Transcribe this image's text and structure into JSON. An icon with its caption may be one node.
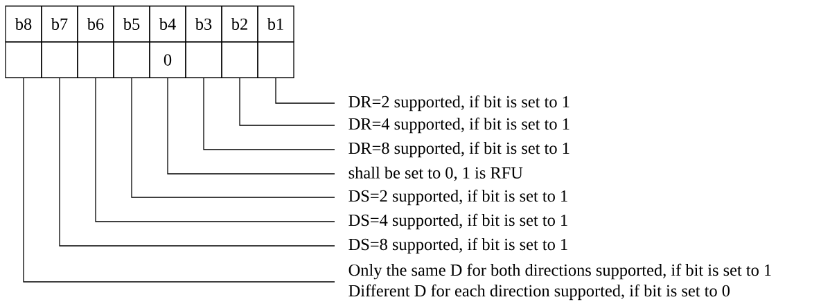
{
  "diagram": {
    "nodes": [
      {
        "text": [
          "b8"
        ]
      },
      {
        "text": [
          "b7"
        ]
      },
      {
        "text": [
          "b6"
        ]
      },
      {
        "text": [
          "b5"
        ]
      },
      {
        "text": [
          "b4"
        ]
      },
      {
        "text": [
          "b3"
        ]
      },
      {
        "text": [
          "b2"
        ]
      },
      {
        "text": [
          "b1"
        ]
      },
      {
        "text": [],
        "shape": "box"
      },
      {
        "text": [],
        "shape": "box"
      },
      {
        "text": [],
        "shape": "box"
      },
      {
        "text": [],
        "shape": "box"
      },
      {
        "text": [
          "0"
        ]
      },
      {
        "text": [],
        "shape": "box"
      },
      {
        "text": [],
        "shape": "box"
      },
      {
        "text": [],
        "shape": "box"
      },
      {
        "text": [
          "DR=2 supported, if bit is set to 1"
        ]
      },
      {
        "text": [
          "DR=4 supported, if bit is set to 1"
        ]
      },
      {
        "text": [
          "DR=8 supported, if bit is set to 1"
        ]
      },
      {
        "text": [
          "shall be set to 0, 1 is RFU"
        ]
      },
      {
        "text": [
          "DS=2 supported, if bit is set to 1"
        ]
      },
      {
        "text": [
          "DS=4 supported, if bit is set to 1"
        ]
      },
      {
        "text": [
          "DS=8 supported, if bit is set to 1"
        ]
      },
      {
        "text": [
          "Only the same D for both directions supported, if bit is set to 1",
          "Different D for each direction supported, if bit is set to 0"
        ]
      }
    ],
    "edges": [
      {
        "from": 15,
        "to": 16,
        "arrow": "none"
      },
      {
        "from": 14,
        "to": 17,
        "arrow": "none"
      },
      {
        "from": 13,
        "to": 18,
        "arrow": "none"
      },
      {
        "from": 12,
        "to": 19,
        "arrow": "none"
      },
      {
        "from": 11,
        "to": 20,
        "arrow": "none"
      },
      {
        "from": 10,
        "to": 21,
        "arrow": "none"
      },
      {
        "from": 9,
        "to": 22,
        "arrow": "none"
      },
      {
        "from": 8,
        "to": 23,
        "arrow": "none"
      }
    ]
  }
}
